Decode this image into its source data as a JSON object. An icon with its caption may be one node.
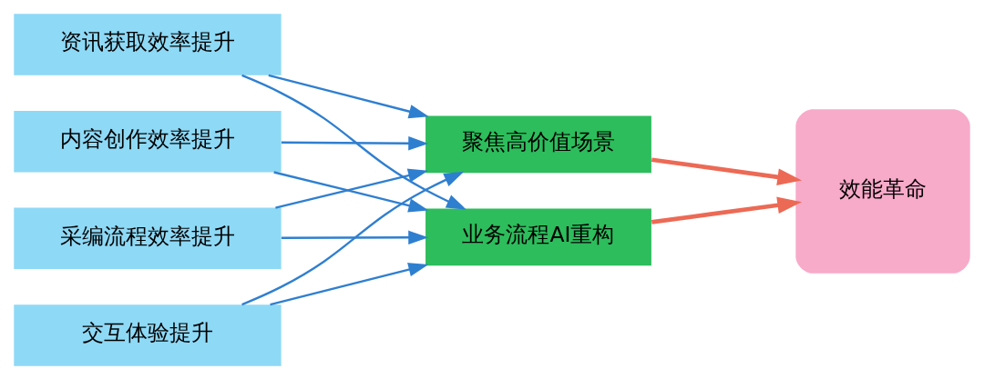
{
  "diagram": {
    "nodes": [
      {
        "text": [
          "资讯获取效率提升"
        ]
      },
      {
        "text": [
          "内容创作效率提升"
        ]
      },
      {
        "text": [
          "采编流程效率提升"
        ]
      },
      {
        "text": [
          "交互体验提升"
        ]
      },
      {
        "text": [
          "聚焦高价值场景"
        ]
      },
      {
        "text": [
          "业务流程AI重构"
        ]
      },
      {
        "text": [
          "效能革命"
        ]
      }
    ],
    "edges": [
      {
        "from": 0,
        "to": 4,
        "arrow": "to"
      },
      {
        "from": 1,
        "to": 4,
        "arrow": "to"
      },
      {
        "from": 2,
        "to": 4,
        "arrow": "to"
      },
      {
        "from": 3,
        "to": 4,
        "arrow": "to"
      },
      {
        "from": 0,
        "to": 5,
        "arrow": "to"
      },
      {
        "from": 1,
        "to": 5,
        "arrow": "to"
      },
      {
        "from": 2,
        "to": 5,
        "arrow": "to"
      },
      {
        "from": 3,
        "to": 5,
        "arrow": "to"
      },
      {
        "from": 4,
        "to": 6,
        "arrow": "to",
        "style": "thick",
        "color": "#ec6a55"
      },
      {
        "from": 5,
        "to": 6,
        "arrow": "to",
        "style": "thick",
        "color": "#ec6a55"
      }
    ]
  }
}
